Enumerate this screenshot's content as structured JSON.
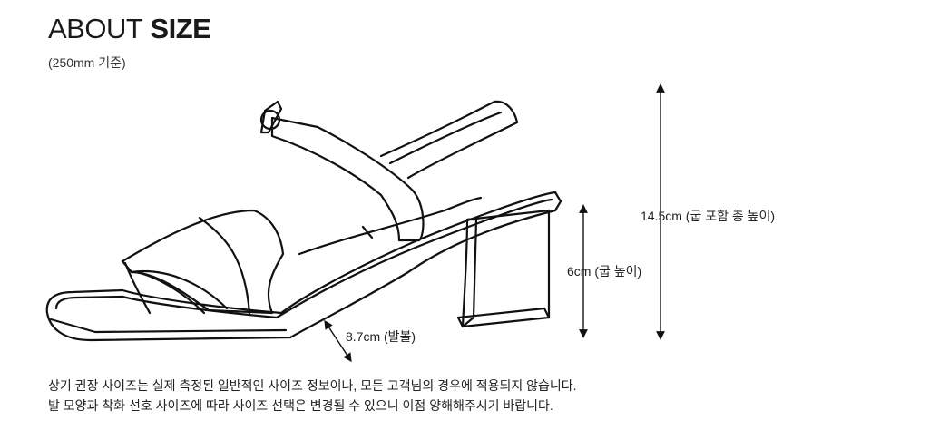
{
  "header": {
    "title_light": "ABOUT",
    "title_bold": "SIZE",
    "basis": "(250mm 기준)"
  },
  "dimensions": {
    "total_height": "14.5cm (굽 포함 총 높이)",
    "heel_height": "6cm (굽 높이)",
    "ball_width": "8.7cm (발볼)"
  },
  "notes": [
    "상기 권장 사이즈는 실제 측정된 일반적인 사이즈 정보이나, 모든 고객님의 경우에 적용되지 않습니다.",
    "발 모양과 착화 선호 사이즈에 따라 사이즈 선택은 변경될 수 있으니 이점 양해해주시기 바랍니다."
  ],
  "colors": {
    "line": "#111111",
    "text": "#1a1a1a"
  }
}
